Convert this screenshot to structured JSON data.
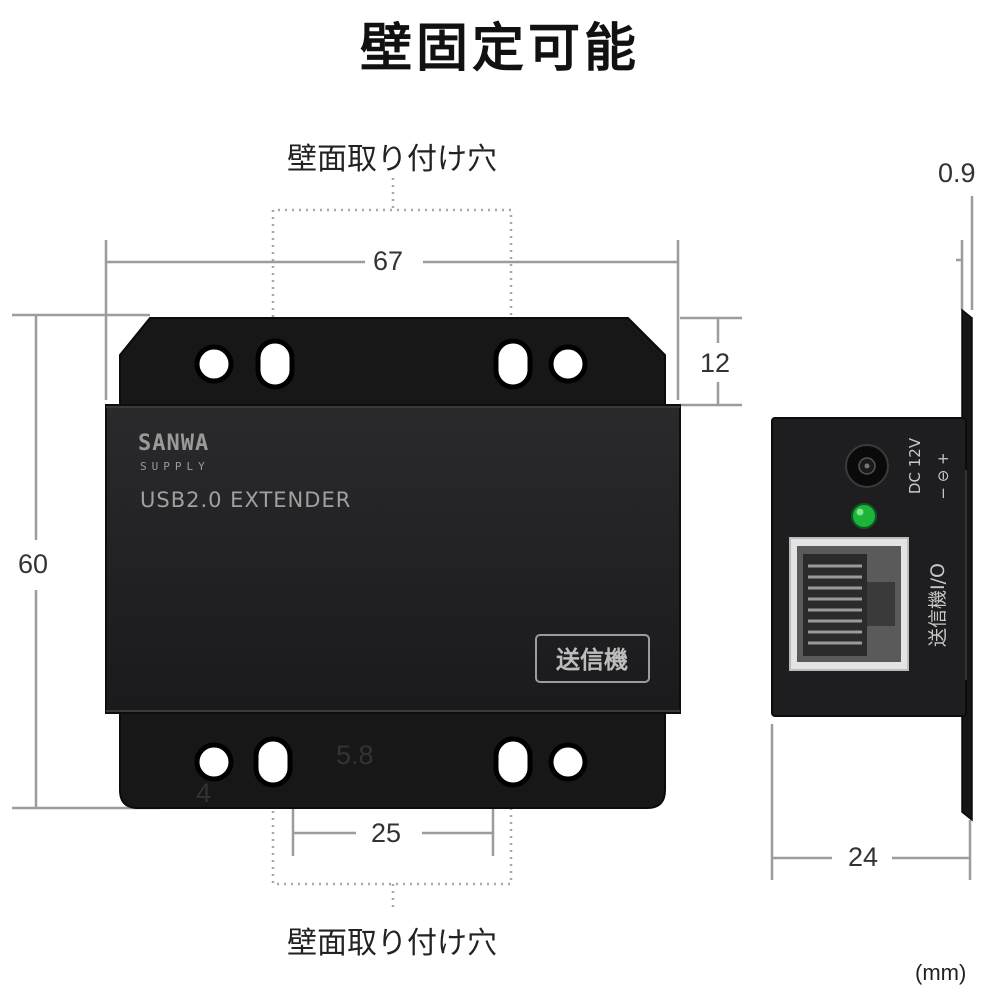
{
  "title": "壁固定可能",
  "captions": {
    "top": "壁面取り付け穴",
    "bottom": "壁面取り付け穴"
  },
  "dimensions": {
    "width_67": "67",
    "height_60": "60",
    "flange_12": "12",
    "slot_5_8": "5.8",
    "slot_4": "4",
    "pitch_25": "25",
    "depth_24": "24",
    "thickness_0_9": "0.9"
  },
  "unit": "(mm)",
  "device": {
    "brand_line1": "SANWA",
    "brand_line2": "SUPPLY",
    "model": "USB2.0 EXTENDER",
    "badge": "送信機",
    "side_power_label": "DC 12V",
    "side_polarity": "− ⊖ +",
    "side_port_label": "送信機I/O"
  },
  "colors": {
    "body": "#1f1f21",
    "flange": "#151516",
    "dimension_line": "#9c9c9c",
    "led": "#1db43a"
  },
  "icons": [
    "power-jack-icon",
    "led-indicator-icon",
    "rj45-port-icon",
    "dc-polarity-icon"
  ]
}
